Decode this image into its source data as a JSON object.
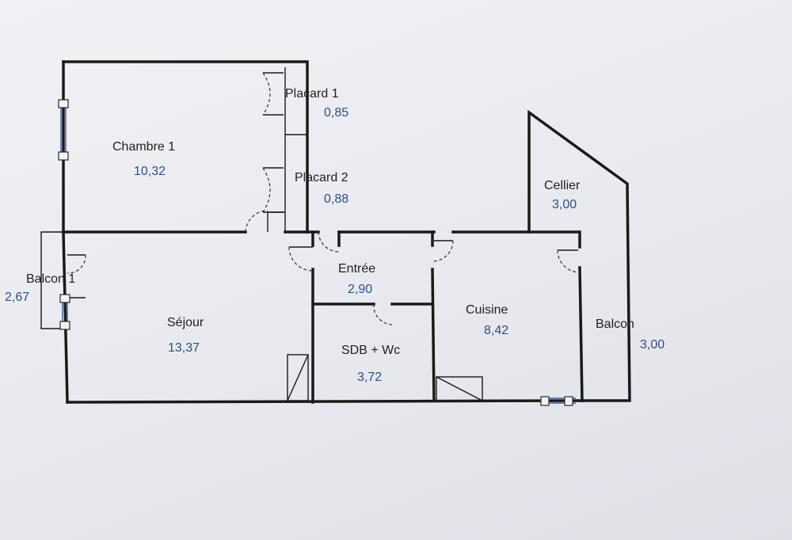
{
  "colors": {
    "wall": "#1a1a1a",
    "label_text": "#222222",
    "area_text": "#2d4f86",
    "paper": "#ececf1"
  },
  "rooms": {
    "chambre1": {
      "name": "Chambre 1",
      "area": "10,32"
    },
    "placard1": {
      "name": "Placard 1",
      "area": "0,85"
    },
    "placard2": {
      "name": "Placard 2",
      "area": "0,88"
    },
    "cellier": {
      "name": "Cellier",
      "area": "3,00"
    },
    "balcon_left": {
      "name": "Balcon 1",
      "area": "2,67"
    },
    "entree": {
      "name": "Entrée",
      "area": "2,90"
    },
    "cuisine": {
      "name": "Cuisine",
      "area": "8,42"
    },
    "balcon_right": {
      "name": "Balcon",
      "area": "3,00"
    },
    "sejour": {
      "name": "Séjour",
      "area": "13,37"
    },
    "sdb": {
      "name": "SDB + Wc",
      "area": "3,72"
    }
  }
}
